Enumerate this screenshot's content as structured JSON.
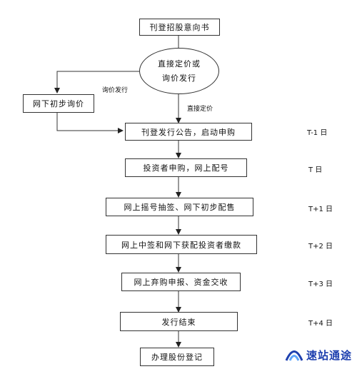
{
  "nodes": {
    "prospectus": "刊登招股意向书",
    "pricing_line1": "直接定价或",
    "pricing_line2": "询价发行",
    "offline_inquiry": "网下初步询价",
    "announcement": "刊登发行公告，启动申购",
    "subscription": "投资者申购，网上配号",
    "lottery": "网上摇号抽签、网下初步配售",
    "payment": "网上中签和网下获配投资者缴款",
    "abandoned": "网上弃购申报、资金交收",
    "end": "发行结束",
    "registration": "办理股份登记"
  },
  "edge_labels": {
    "inquiry": "询价发行",
    "direct": "直接定价"
  },
  "days": [
    "T-1 日",
    "T 日",
    "T+1 日",
    "T+2 日",
    "T+3 日",
    "T+4 日"
  ],
  "watermark": "速站通途",
  "colors": {
    "line": "#333333",
    "watermark": "#1e40af"
  }
}
